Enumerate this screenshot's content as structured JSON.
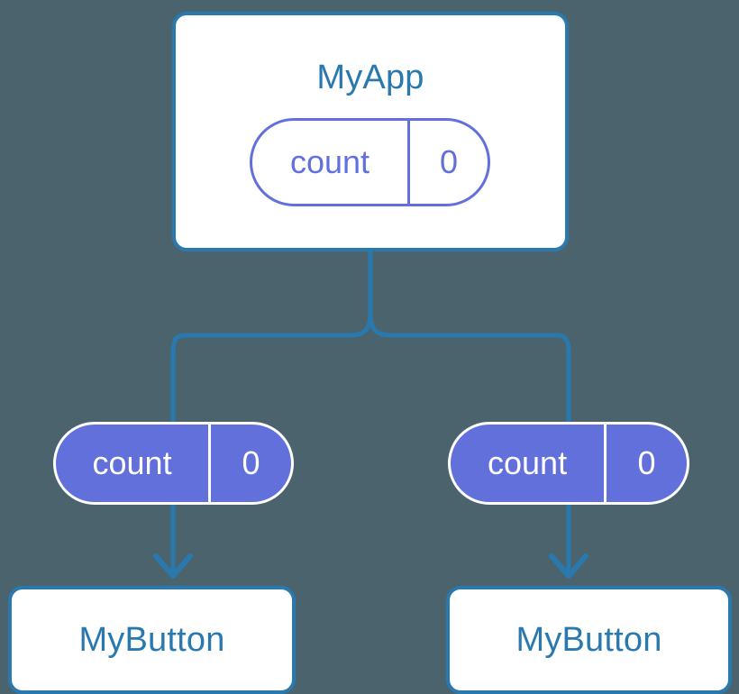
{
  "diagram": {
    "type": "component-state-tree",
    "background_color": "#4a636d",
    "accent_blue": "#2a79ae",
    "accent_purple": "#6270db",
    "root": {
      "name": "MyApp",
      "state": {
        "key": "count",
        "value": "0"
      }
    },
    "children": [
      {
        "name": "MyButton",
        "state": {
          "key": "count",
          "value": "0"
        }
      },
      {
        "name": "MyButton",
        "state": {
          "key": "count",
          "value": "0"
        }
      }
    ]
  }
}
